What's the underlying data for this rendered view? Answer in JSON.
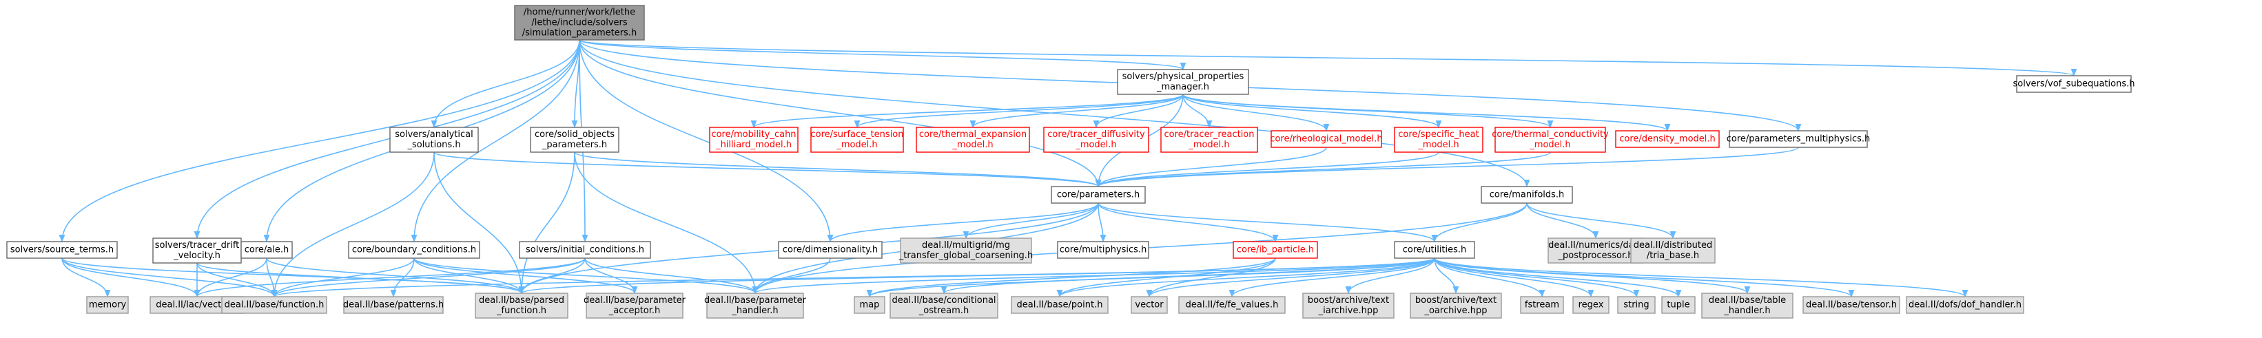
{
  "colors": {
    "edge": "#63b8ff",
    "root_fill": "#999999",
    "root_border": "#666666",
    "normal_fill": "#ffffff",
    "normal_border": "#666666",
    "external_fill": "#e0e0e0",
    "external_border": "#999999",
    "red_fill": "#ffffff",
    "red_border": "#ff0000",
    "red_text": "#ff0000",
    "text": "#000000"
  },
  "nodes": [
    {
      "id": "root",
      "kind": "root",
      "lines": [
        "/home/runner/work/lethe",
        "/lethe/include/solvers",
        "/simulation_parameters.h"
      ]
    },
    {
      "id": "physprop",
      "kind": "normal",
      "lines": [
        "solvers/physical_properties",
        "_manager.h"
      ]
    },
    {
      "id": "vof",
      "kind": "normal",
      "lines": [
        "solvers/vof_subequations.h"
      ]
    },
    {
      "id": "mobility",
      "kind": "red",
      "lines": [
        "core/mobility_cahn",
        "_hilliard_model.h"
      ]
    },
    {
      "id": "surface",
      "kind": "red",
      "lines": [
        "core/surface_tension",
        "_model.h"
      ]
    },
    {
      "id": "thermexp",
      "kind": "red",
      "lines": [
        "core/thermal_expansion",
        "_model.h"
      ]
    },
    {
      "id": "tracerdiff",
      "kind": "red",
      "lines": [
        "core/tracer_diffusivity",
        "_model.h"
      ]
    },
    {
      "id": "tracerreact",
      "kind": "red",
      "lines": [
        "core/tracer_reaction",
        "_model.h"
      ]
    },
    {
      "id": "rheo",
      "kind": "red",
      "lines": [
        "core/rheological_model.h"
      ]
    },
    {
      "id": "specheat",
      "kind": "red",
      "lines": [
        "core/specific_heat",
        "_model.h"
      ]
    },
    {
      "id": "thermcond",
      "kind": "red",
      "lines": [
        "core/thermal_conductivity",
        "_model.h"
      ]
    },
    {
      "id": "density",
      "kind": "red",
      "lines": [
        "core/density_model.h"
      ]
    },
    {
      "id": "parmulti",
      "kind": "normal",
      "lines": [
        "core/parameters_multiphysics.h"
      ]
    },
    {
      "id": "analytical",
      "kind": "normal",
      "lines": [
        "solvers/analytical",
        "_solutions.h"
      ]
    },
    {
      "id": "solidobj",
      "kind": "normal",
      "lines": [
        "core/solid_objects",
        "_parameters.h"
      ]
    },
    {
      "id": "parameters",
      "kind": "normal",
      "lines": [
        "core/parameters.h"
      ]
    },
    {
      "id": "manifolds",
      "kind": "normal",
      "lines": [
        "core/manifolds.h"
      ]
    },
    {
      "id": "sourceterms",
      "kind": "normal",
      "lines": [
        "solvers/source_terms.h"
      ]
    },
    {
      "id": "tracerdrift",
      "kind": "normal",
      "lines": [
        "solvers/tracer_drift",
        "_velocity.h"
      ]
    },
    {
      "id": "ale",
      "kind": "normal",
      "lines": [
        "core/ale.h"
      ]
    },
    {
      "id": "boundary",
      "kind": "normal",
      "lines": [
        "core/boundary_conditions.h"
      ]
    },
    {
      "id": "initial",
      "kind": "normal",
      "lines": [
        "solvers/initial_conditions.h"
      ]
    },
    {
      "id": "dimensionality",
      "kind": "normal",
      "lines": [
        "core/dimensionality.h"
      ]
    },
    {
      "id": "mgtransfer",
      "kind": "external",
      "lines": [
        "deal.II/multigrid/mg",
        "_transfer_global_coarsening.h"
      ]
    },
    {
      "id": "multiphysics",
      "kind": "normal",
      "lines": [
        "core/multiphysics.h"
      ]
    },
    {
      "id": "ibparticle",
      "kind": "red",
      "lines": [
        "core/ib_particle.h"
      ]
    },
    {
      "id": "utilities",
      "kind": "normal",
      "lines": [
        "core/utilities.h"
      ]
    },
    {
      "id": "datapost",
      "kind": "external",
      "lines": [
        "deal.II/numerics/data",
        "_postprocessor.h"
      ]
    },
    {
      "id": "triabase",
      "kind": "external",
      "lines": [
        "deal.II/distributed",
        "/tria_base.h"
      ]
    },
    {
      "id": "memory",
      "kind": "external",
      "lines": [
        "memory"
      ]
    },
    {
      "id": "lacvector",
      "kind": "external",
      "lines": [
        "deal.II/lac/vector.h"
      ]
    },
    {
      "id": "function",
      "kind": "external",
      "lines": [
        "deal.II/base/function.h"
      ]
    },
    {
      "id": "patterns",
      "kind": "external",
      "lines": [
        "deal.II/base/patterns.h"
      ]
    },
    {
      "id": "parsedfn",
      "kind": "external",
      "lines": [
        "deal.II/base/parsed",
        "_function.h"
      ]
    },
    {
      "id": "paracceptor",
      "kind": "external",
      "lines": [
        "deal.II/base/parameter",
        "_acceptor.h"
      ]
    },
    {
      "id": "parhandler",
      "kind": "external",
      "lines": [
        "deal.II/base/parameter",
        "_handler.h"
      ]
    },
    {
      "id": "map",
      "kind": "external",
      "lines": [
        "map"
      ]
    },
    {
      "id": "condostream",
      "kind": "external",
      "lines": [
        "deal.II/base/conditional",
        "_ostream.h"
      ]
    },
    {
      "id": "point",
      "kind": "external",
      "lines": [
        "deal.II/base/point.h"
      ]
    },
    {
      "id": "vector",
      "kind": "external",
      "lines": [
        "vector"
      ]
    },
    {
      "id": "fevalues",
      "kind": "external",
      "lines": [
        "deal.II/fe/fe_values.h"
      ]
    },
    {
      "id": "biarchive",
      "kind": "external",
      "lines": [
        "boost/archive/text",
        "_iarchive.hpp"
      ]
    },
    {
      "id": "boarchive",
      "kind": "external",
      "lines": [
        "boost/archive/text",
        "_oarchive.hpp"
      ]
    },
    {
      "id": "fstream",
      "kind": "external",
      "lines": [
        "fstream"
      ]
    },
    {
      "id": "regex",
      "kind": "external",
      "lines": [
        "regex"
      ]
    },
    {
      "id": "string",
      "kind": "external",
      "lines": [
        "string"
      ]
    },
    {
      "id": "tuple",
      "kind": "external",
      "lines": [
        "tuple"
      ]
    },
    {
      "id": "tablehandler",
      "kind": "external",
      "lines": [
        "deal.II/base/table",
        "_handler.h"
      ]
    },
    {
      "id": "tensor",
      "kind": "external",
      "lines": [
        "deal.II/base/tensor.h"
      ]
    },
    {
      "id": "dofhandler",
      "kind": "external",
      "lines": [
        "deal.II/dofs/dof_handler.h"
      ]
    }
  ],
  "edges": [
    [
      "root",
      "physprop"
    ],
    [
      "root",
      "vof"
    ],
    [
      "root",
      "analytical"
    ],
    [
      "root",
      "solidobj"
    ],
    [
      "root",
      "parameters"
    ],
    [
      "root",
      "manifolds"
    ],
    [
      "root",
      "sourceterms"
    ],
    [
      "root",
      "tracerdrift"
    ],
    [
      "root",
      "ale"
    ],
    [
      "root",
      "boundary"
    ],
    [
      "root",
      "initial"
    ],
    [
      "root",
      "dimensionality"
    ],
    [
      "root",
      "parmulti"
    ],
    [
      "physprop",
      "mobility"
    ],
    [
      "physprop",
      "surface"
    ],
    [
      "physprop",
      "thermexp"
    ],
    [
      "physprop",
      "tracerdiff"
    ],
    [
      "physprop",
      "tracerreact"
    ],
    [
      "physprop",
      "rheo"
    ],
    [
      "physprop",
      "specheat"
    ],
    [
      "physprop",
      "thermcond"
    ],
    [
      "physprop",
      "density"
    ],
    [
      "physprop",
      "parameters"
    ],
    [
      "rheo",
      "parameters"
    ],
    [
      "specheat",
      "parameters"
    ],
    [
      "thermcond",
      "parameters"
    ],
    [
      "parmulti",
      "parameters"
    ],
    [
      "analytical",
      "parameters"
    ],
    [
      "analytical",
      "function"
    ],
    [
      "analytical",
      "parsedfn"
    ],
    [
      "solidobj",
      "parameters"
    ],
    [
      "solidobj",
      "parsedfn"
    ],
    [
      "solidobj",
      "parhandler"
    ],
    [
      "manifolds",
      "utilities"
    ],
    [
      "manifolds",
      "datapost"
    ],
    [
      "manifolds",
      "triabase"
    ],
    [
      "manifolds",
      "parhandler"
    ],
    [
      "parameters",
      "dimensionality"
    ],
    [
      "parameters",
      "mgtransfer"
    ],
    [
      "parameters",
      "multiphysics"
    ],
    [
      "parameters",
      "ibparticle"
    ],
    [
      "parameters",
      "utilities"
    ],
    [
      "parameters",
      "parsedfn"
    ],
    [
      "parameters",
      "parhandler"
    ],
    [
      "sourceterms",
      "memory"
    ],
    [
      "sourceterms",
      "lacvector"
    ],
    [
      "sourceterms",
      "function"
    ],
    [
      "sourceterms",
      "parsedfn"
    ],
    [
      "tracerdrift",
      "lacvector"
    ],
    [
      "tracerdrift",
      "function"
    ],
    [
      "tracerdrift",
      "parsedfn"
    ],
    [
      "ale",
      "lacvector"
    ],
    [
      "ale",
      "function"
    ],
    [
      "ale",
      "parsedfn"
    ],
    [
      "boundary",
      "function"
    ],
    [
      "boundary",
      "patterns"
    ],
    [
      "boundary",
      "parsedfn"
    ],
    [
      "boundary",
      "paracceptor"
    ],
    [
      "boundary",
      "parhandler"
    ],
    [
      "initial",
      "lacvector"
    ],
    [
      "initial",
      "function"
    ],
    [
      "initial",
      "parsedfn"
    ],
    [
      "initial",
      "paracceptor"
    ],
    [
      "initial",
      "parhandler"
    ],
    [
      "dimensionality",
      "parhandler"
    ],
    [
      "ibparticle",
      "map"
    ],
    [
      "ibparticle",
      "point"
    ],
    [
      "ibparticle",
      "vector"
    ],
    [
      "utilities",
      "function"
    ],
    [
      "utilities",
      "parsedfn"
    ],
    [
      "utilities",
      "parhandler"
    ],
    [
      "utilities",
      "map"
    ],
    [
      "utilities",
      "condostream"
    ],
    [
      "utilities",
      "point"
    ],
    [
      "utilities",
      "vector"
    ],
    [
      "utilities",
      "fevalues"
    ],
    [
      "utilities",
      "biarchive"
    ],
    [
      "utilities",
      "boarchive"
    ],
    [
      "utilities",
      "fstream"
    ],
    [
      "utilities",
      "regex"
    ],
    [
      "utilities",
      "string"
    ],
    [
      "utilities",
      "tuple"
    ],
    [
      "utilities",
      "tablehandler"
    ],
    [
      "utilities",
      "tensor"
    ],
    [
      "utilities",
      "dofhandler"
    ]
  ]
}
